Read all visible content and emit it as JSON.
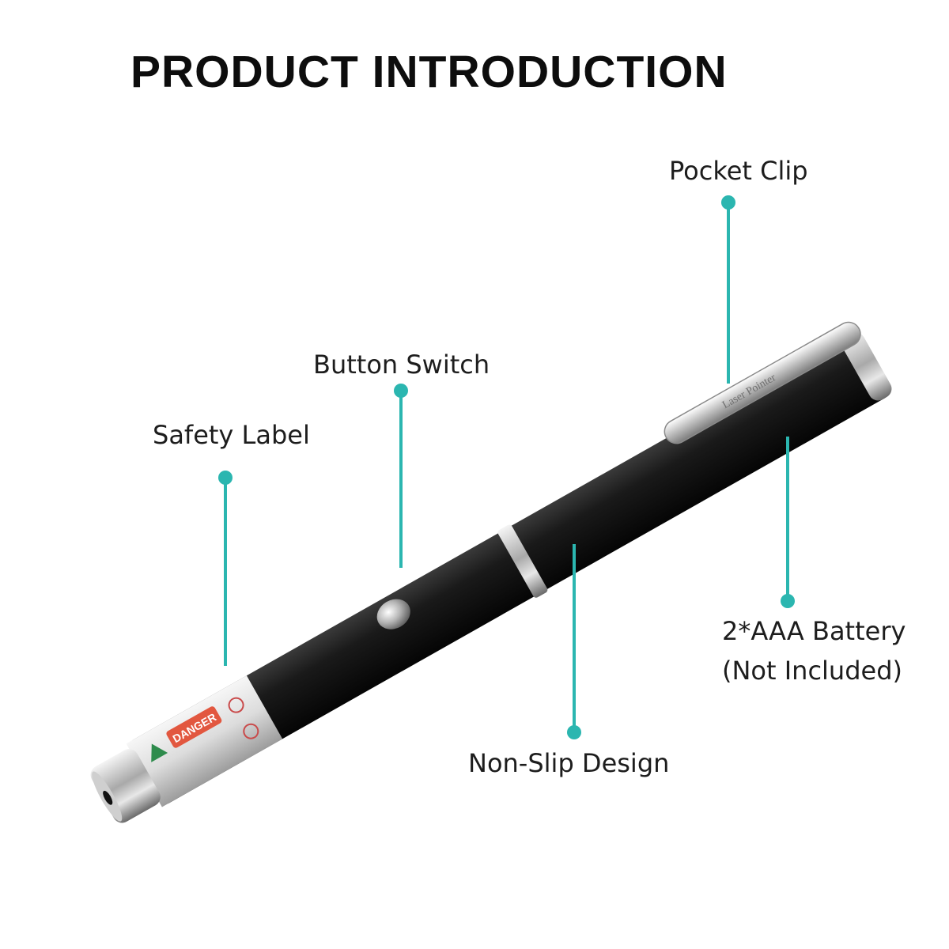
{
  "title": "PRODUCT INTRODUCTION",
  "callouts": {
    "pocket_clip": "Pocket Clip",
    "button_switch": "Button Switch",
    "safety_label": "Safety Label",
    "battery_line1": "2*AAA Battery",
    "battery_line2": "(Not Included)",
    "non_slip": "Non-Slip Design"
  },
  "colors": {
    "accent": "#2bb6b0",
    "body": "#151515",
    "metal": "#c9c9c9",
    "title": "#0d0d0d"
  },
  "product": {
    "label_warning": "DANGER",
    "clip_engraving": "Laser Pointer"
  }
}
